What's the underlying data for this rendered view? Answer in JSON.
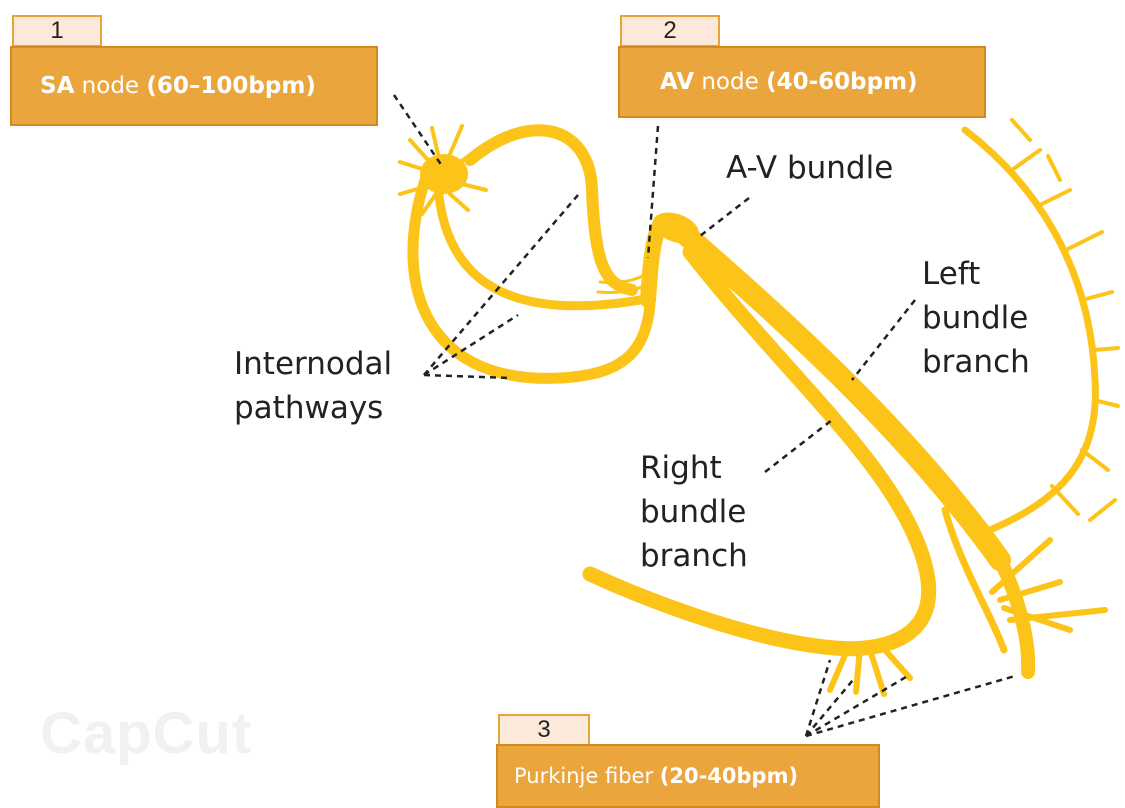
{
  "colors": {
    "conduction": "#fcc418",
    "box_fill": "#eaa63c",
    "tab_fill": "#fde9d9",
    "leader": "#222222"
  },
  "boxes": [
    {
      "number": "1",
      "bold_a": "SA",
      "plain": " node ",
      "bold_b": "(60–100bpm)"
    },
    {
      "number": "2",
      "bold_a": "AV",
      "plain": " node ",
      "bold_b": "(40-60bpm)"
    },
    {
      "number": "3",
      "bold_a": "",
      "plain": "Purkinje fiber ",
      "bold_b": "(20-40bpm)"
    }
  ],
  "labels": {
    "av_bundle": "A-V bundle",
    "internodal": [
      "Internodal",
      "pathways"
    ],
    "left_branch": [
      "Left",
      "bundle",
      "branch"
    ],
    "right_branch": [
      "Right",
      "bundle",
      "branch"
    ]
  },
  "watermark": "CapCut"
}
